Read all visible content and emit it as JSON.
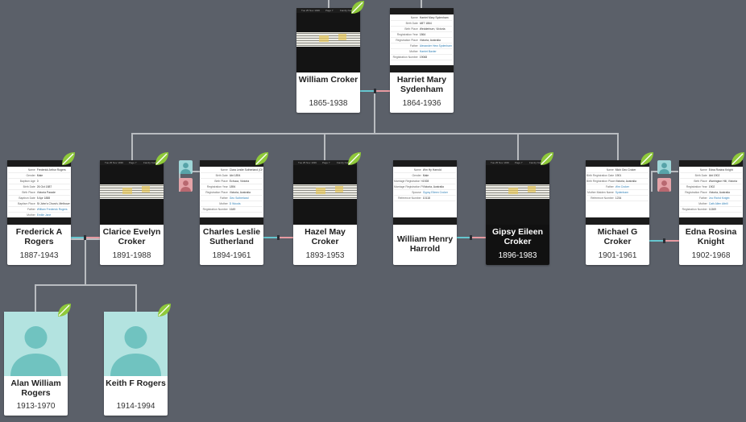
{
  "icons": {
    "leaf": "leaf-hint-icon",
    "silhouette": "person-silhouette-icon",
    "male": "male-spouse-icon",
    "female": "female-spouse-icon"
  },
  "colors": {
    "background": "#5b6069",
    "male_line": "#66c6cf",
    "female_line": "#e79aa1",
    "leaf": "#8fc93a",
    "selected_card": "#111111"
  },
  "doc_header": {
    "a": "Tue 25 Nov 1936",
    "b": "Page 7",
    "c": "Family Notices"
  },
  "people": {
    "william": {
      "name": "William Croker",
      "years": "1865-1938"
    },
    "harriet": {
      "name": "Harriet Mary Sydenham",
      "years": "1864-1936",
      "record": [
        [
          "Name",
          "Harriet Mary Sydenham"
        ],
        [
          "Birth Date",
          "ABT 1864"
        ],
        [
          "Birth Place",
          "Wedderburn, Victoria"
        ],
        [
          "Registration Year",
          "1864"
        ],
        [
          "Registration Place",
          "Victoria, Australia"
        ],
        [
          "Father",
          "Alexander Hew Sydenham"
        ],
        [
          "Mother",
          "Harriet Baxter"
        ],
        [
          "Registration Number",
          "19068"
        ]
      ]
    },
    "frederick": {
      "name": "Frederick A Rogers",
      "years": "1887-1943",
      "record": [
        [
          "Name",
          "Frederick Arthur Rogers"
        ],
        [
          "Gender",
          "Male"
        ],
        [
          "Baptism Age",
          "0"
        ],
        [
          "Birth Date",
          "26 Oct 1887"
        ],
        [
          "Birth Place",
          "Victoria Parade"
        ],
        [
          "Baptism Date",
          "5 Apr 1888"
        ],
        [
          "Baptism Place",
          "St John's Church, Melbourne, Victoria, Australia"
        ],
        [
          "Father",
          "William Frederick Rogers"
        ],
        [
          "Mother",
          "Emilie Jane"
        ],
        [
          "Film Number",
          "993734"
        ]
      ]
    },
    "clarice": {
      "name": "Clarice Evelyn Croker",
      "years": "1891-1988"
    },
    "charles": {
      "name": "Charles Leslie Sutherland",
      "years": "1894-1961",
      "record": [
        [
          "Name",
          "Clara Leslie Sutherland (Charles Leslie Sutherland)"
        ],
        [
          "Birth Date",
          "Abt 1894"
        ],
        [
          "Birth Place",
          "Echuca, Victoria"
        ],
        [
          "Registration Year",
          "1894"
        ],
        [
          "Registration Place",
          "Victoria, Australia"
        ],
        [
          "Father",
          "Geo Sutherland"
        ],
        [
          "Mother",
          "D Woods"
        ],
        [
          "Registration Number",
          "1649"
        ]
      ]
    },
    "hazel": {
      "name": "Hazel May Croker",
      "years": "1893-1953"
    },
    "whharrold": {
      "name": "William Henry Harrold",
      "years": "",
      "record": [
        [
          "Name",
          "Wm Hy Harrold"
        ],
        [
          "Gender",
          "Male"
        ],
        [
          "Marriage Registration Year",
          "1928"
        ],
        [
          "Marriage Registration Place",
          "Victoria, Australia"
        ],
        [
          "Spouse",
          "Gypsy Eileen Croker"
        ],
        [
          "Reference Number",
          "10118"
        ]
      ]
    },
    "gipsy": {
      "name": "Gipsy Eileen Croker",
      "years": "1896-1983"
    },
    "michael": {
      "name": "Michael G Croker",
      "years": "1901-1961",
      "record": [
        [
          "Name",
          "Mich Geo Croker"
        ],
        [
          "Birth Registration Date",
          "1901"
        ],
        [
          "Birth Registration Place",
          "Victoria, Australia"
        ],
        [
          "Father",
          "Wm Croker"
        ],
        [
          "Mother Maiden Name",
          "Sydenham"
        ],
        [
          "Reference Number",
          "1234"
        ]
      ]
    },
    "edna": {
      "name": "Edna Rosina Knight",
      "years": "1902-1968",
      "record": [
        [
          "Name",
          "Edna Rosina Knight"
        ],
        [
          "Birth Date",
          "Abt 1902"
        ],
        [
          "Birth Place",
          "Warrington Hill, Victoria"
        ],
        [
          "Registration Year",
          "1902"
        ],
        [
          "Registration Place",
          "Victoria, Australia"
        ],
        [
          "Father",
          "Jno Richd Knight"
        ],
        [
          "Mother",
          "Cath Allen Attrill"
        ],
        [
          "Registration Number",
          "11369"
        ]
      ]
    },
    "alan": {
      "name": "Alan William Rogers",
      "years": "1913-1970"
    },
    "keith": {
      "name": "Keith F Rogers",
      "years": "1914-1994"
    }
  }
}
